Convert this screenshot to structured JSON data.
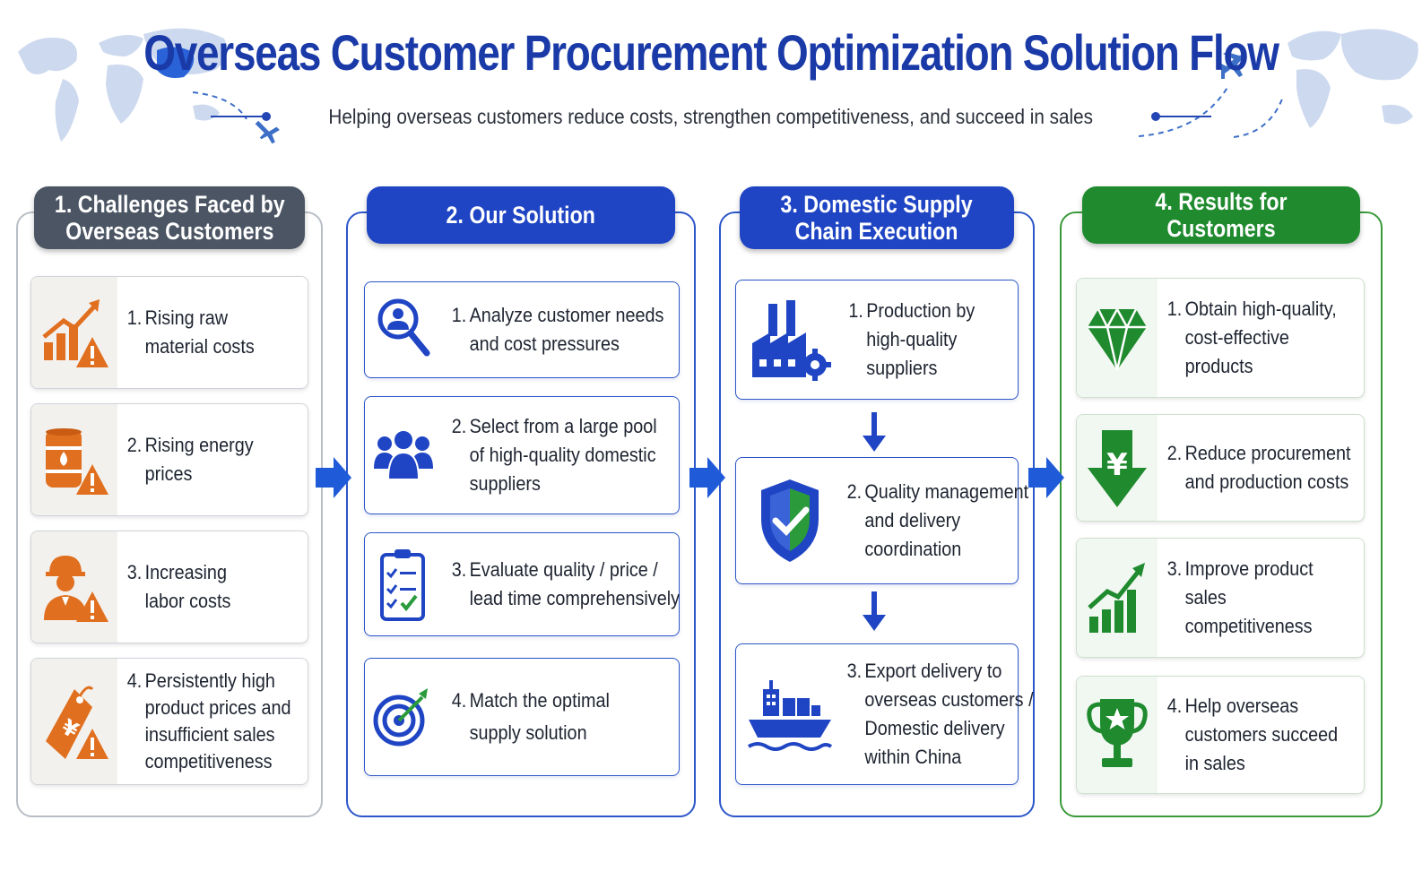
{
  "header": {
    "title": "Overseas Customer Procurement Optimization Solution Flow",
    "subtitle": "Helping overseas customers reduce costs, strengthen competitiveness, and succeed in sales"
  },
  "colors": {
    "challenge": "#e0701f",
    "solution": "#1f45c4",
    "supply": "#1f45c4",
    "results": "#1f8a2e",
    "grey_header": "#4b5563"
  },
  "columns": [
    {
      "heading_lines": [
        "1. Challenges Faced by",
        "Overseas Customers"
      ],
      "items": [
        {
          "num": "1.",
          "lines": [
            "Rising raw",
            "material costs"
          ],
          "icon": "rising-cost-chart-icon"
        },
        {
          "num": "2.",
          "lines": [
            "Rising energy",
            "prices"
          ],
          "icon": "oil-barrel-icon"
        },
        {
          "num": "3.",
          "lines": [
            "Increasing",
            "labor costs"
          ],
          "icon": "worker-icon"
        },
        {
          "num": "4.",
          "lines": [
            "Persistently high",
            "product prices and",
            "insufficient sales",
            "competitiveness"
          ],
          "icon": "yen-price-tag-icon"
        }
      ]
    },
    {
      "heading_lines": [
        "2. Our Solution"
      ],
      "items": [
        {
          "num": "1.",
          "lines": [
            "Analyze customer needs",
            "and cost pressures"
          ],
          "icon": "magnifier-user-icon"
        },
        {
          "num": "2.",
          "lines": [
            "Select from a large pool",
            "of high-quality domestic",
            "suppliers"
          ],
          "icon": "group-icon"
        },
        {
          "num": "3.",
          "lines": [
            "Evaluate quality / price /",
            "lead time comprehensively"
          ],
          "icon": "checklist-icon"
        },
        {
          "num": "4.",
          "lines": [
            "Match the optimal",
            "supply solution"
          ],
          "icon": "target-icon"
        }
      ]
    },
    {
      "heading_lines": [
        "3. Domestic Supply",
        "Chain Execution"
      ],
      "items": [
        {
          "num": "1.",
          "lines": [
            "Production by",
            "high-quality",
            "suppliers"
          ],
          "icon": "factory-icon"
        },
        {
          "num": "2.",
          "lines": [
            "Quality management",
            "and delivery",
            "coordination"
          ],
          "icon": "shield-check-icon"
        },
        {
          "num": "3.",
          "lines": [
            "Export delivery to",
            "overseas customers /",
            "Domestic delivery",
            "within China"
          ],
          "icon": "cargo-ship-icon"
        }
      ]
    },
    {
      "heading_lines": [
        "4. Results for Customers"
      ],
      "items": [
        {
          "num": "1.",
          "lines": [
            "Obtain high-quality,",
            "cost-effective",
            "products"
          ],
          "icon": "diamond-icon"
        },
        {
          "num": "2.",
          "lines": [
            "Reduce procurement",
            "and production costs"
          ],
          "icon": "yen-down-arrow-icon"
        },
        {
          "num": "3.",
          "lines": [
            "Improve product",
            "sales",
            "competitiveness"
          ],
          "icon": "growth-chart-icon"
        },
        {
          "num": "4.",
          "lines": [
            "Help overseas",
            "customers succeed",
            "in sales"
          ],
          "icon": "trophy-icon"
        }
      ]
    }
  ]
}
